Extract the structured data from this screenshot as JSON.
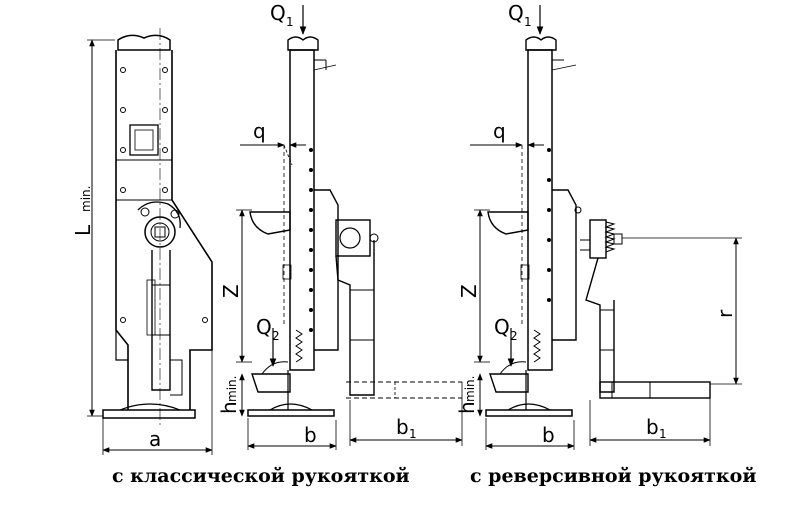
{
  "labels": {
    "Q": "Q",
    "Q1_sub": "1",
    "Q2_sub": "2",
    "L": "L",
    "L_sub": "min.",
    "h": "h",
    "h_sub": "min.",
    "a": "a",
    "b": "b",
    "b1_main": "b",
    "b1_sub": "1",
    "q": "q",
    "Z": "Z",
    "r": "r"
  },
  "captions": {
    "classic": "с классической рукояткой",
    "reverse": "с реверсивной рукояткой"
  }
}
